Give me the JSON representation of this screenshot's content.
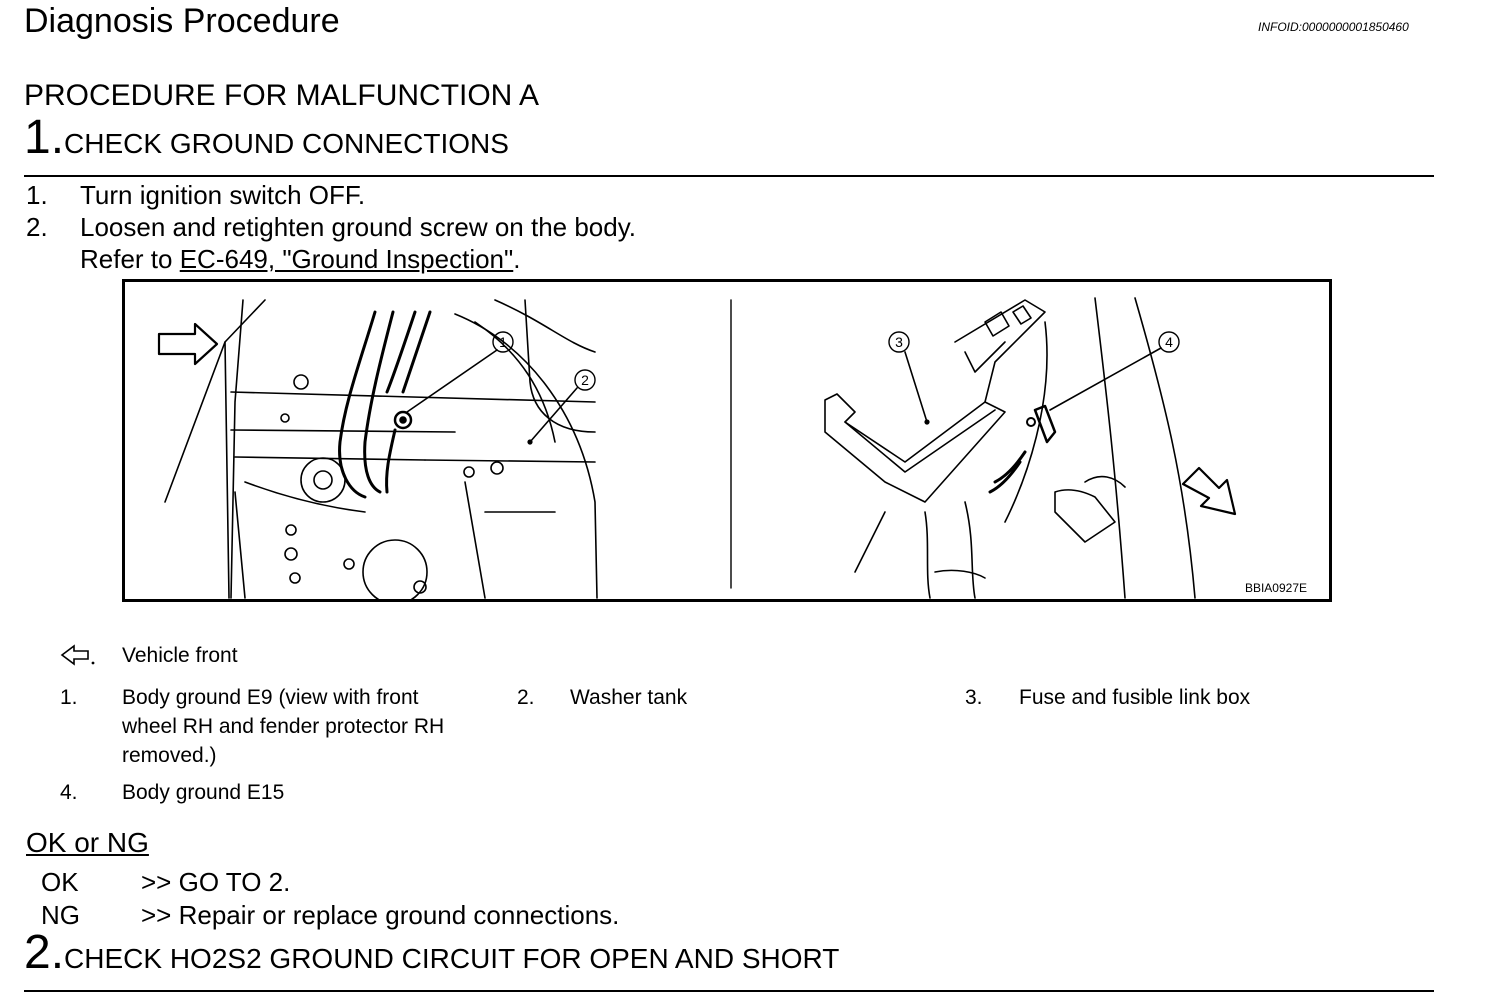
{
  "header": {
    "title": "Diagnosis Procedure",
    "infoid": "INFOID:0000000001850460"
  },
  "procedure_title": "PROCEDURE FOR MALFUNCTION A",
  "step1": {
    "number": "1.",
    "title": "CHECK GROUND CONNECTIONS",
    "items": [
      {
        "num": "1.",
        "text": "Turn ignition switch OFF."
      },
      {
        "num": "2.",
        "text": "Loosen and retighten ground screw on the body."
      }
    ],
    "refer_prefix": "Refer to ",
    "refer_link": "EC-649, \"Ground Inspection\"",
    "refer_suffix": "."
  },
  "figure": {
    "code": "BBIA0927E",
    "callouts": [
      "1",
      "2",
      "3",
      "4"
    ]
  },
  "legend": {
    "vehicle_front_icon": "hollow-arrow-left-icon",
    "vehicle_front": "Vehicle front",
    "items": [
      {
        "num": "1.",
        "lines": [
          "Body ground E9 (view with front",
          "wheel RH and fender protector RH",
          "removed.)"
        ]
      },
      {
        "num": "2.",
        "lines": [
          "Washer tank"
        ]
      },
      {
        "num": "3.",
        "lines": [
          "Fuse and fusible link box"
        ]
      },
      {
        "num": "4.",
        "lines": [
          "Body ground E15"
        ]
      }
    ]
  },
  "result": {
    "heading": "OK or NG",
    "rows": [
      {
        "code": "OK",
        "action": ">> GO TO 2."
      },
      {
        "code": "NG",
        "action": ">> Repair or replace ground connections."
      }
    ]
  },
  "step2": {
    "number": "2.",
    "title": "CHECK HO2S2 GROUND CIRCUIT FOR OPEN AND SHORT"
  }
}
